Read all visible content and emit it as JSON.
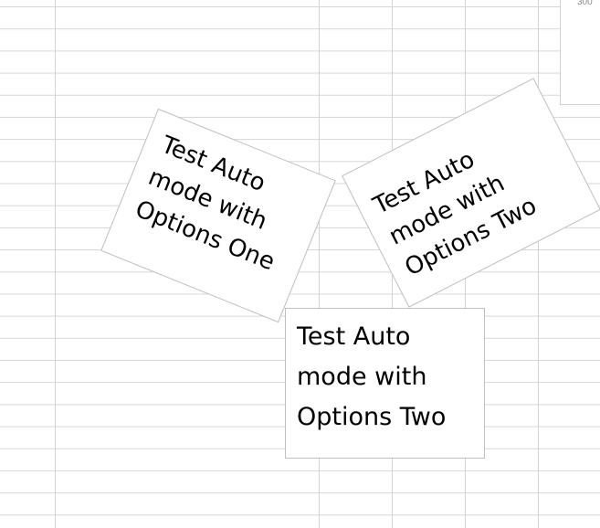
{
  "sheet": {
    "chart_partial": {
      "tick_label": "300"
    }
  },
  "textboxes": [
    {
      "lines": [
        "Test Auto",
        "mode with",
        "Options One"
      ]
    },
    {
      "lines": [
        "Test Auto",
        "mode with",
        "Options Two"
      ]
    },
    {
      "lines": [
        "Test Auto",
        "mode with",
        "Options Two"
      ]
    }
  ]
}
